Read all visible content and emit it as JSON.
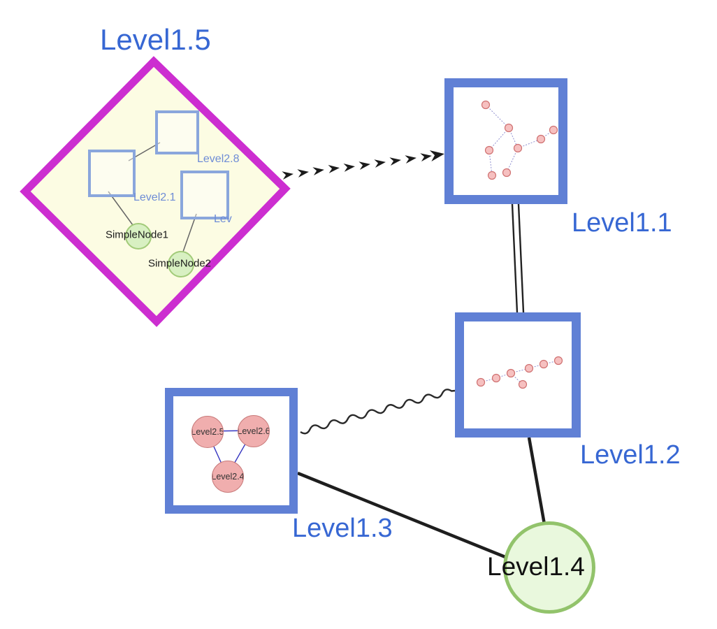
{
  "groups": {
    "level15": {
      "label": "Level1.5",
      "type": "diamond-group",
      "children": {
        "square_top": "Level2.8",
        "square_left": "Level2.1",
        "square_right": "Lev",
        "node1": "SimpleNode1",
        "node2": "SimpleNode2"
      }
    },
    "level11": {
      "label": "Level1.1",
      "type": "group-box"
    },
    "level12": {
      "label": "Level1.2",
      "type": "group-box"
    },
    "level13": {
      "label": "Level1.3",
      "type": "group-box",
      "children": {
        "left": "Level2.5",
        "right": "Level2.6",
        "bottom": "Level2.4"
      }
    },
    "level14": {
      "label": "Level1.4",
      "type": "circle-node"
    }
  },
  "edges": [
    {
      "from": "level15",
      "to": "level11",
      "style": "dashed-arrow-chain"
    },
    {
      "from": "level11",
      "to": "level12",
      "style": "double-line"
    },
    {
      "from": "level13",
      "to": "level12",
      "style": "wavy"
    },
    {
      "from": "level13",
      "to": "level14",
      "style": "solid"
    },
    {
      "from": "level12",
      "to": "level14",
      "style": "solid"
    }
  ],
  "colors": {
    "label_blue": "#3767d3",
    "box_border_blue": "#6080d5",
    "diamond_magenta": "#cc2ed0",
    "diamond_fill": "#fcfce3",
    "green_fill": "#e9f8dd",
    "green_stroke": "#92c36b",
    "small_green_fill": "#d8f0c2",
    "pink_fill": "#f0aeae",
    "pink_stroke": "#c97b7b",
    "edge_black": "#1e1e1e",
    "inner_edge_blue": "#3535c0"
  }
}
